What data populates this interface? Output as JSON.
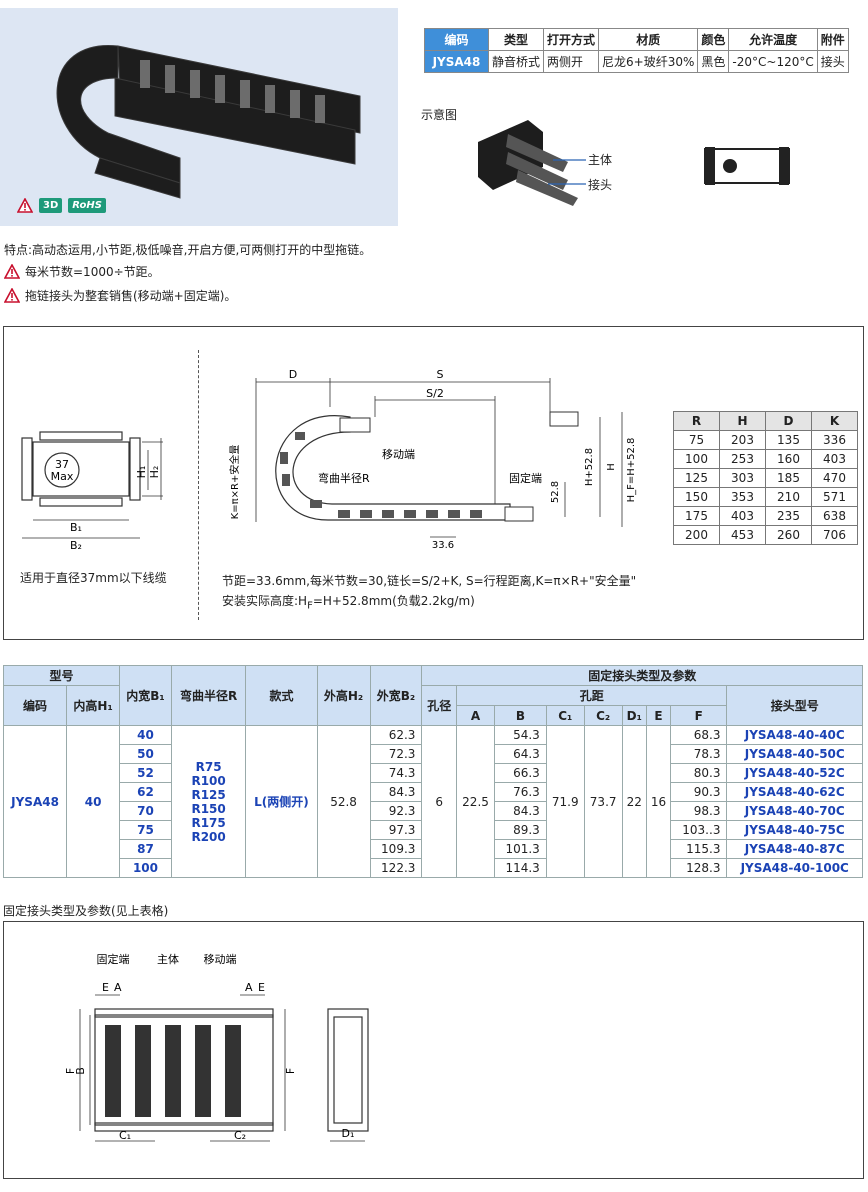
{
  "spec": {
    "headers": [
      "编码",
      "类型",
      "打开方式",
      "材质",
      "颜色",
      "允许温度",
      "附件"
    ],
    "values": [
      "JYSA48",
      "静音桥式",
      "两侧开",
      "尼龙6+玻纤30%",
      "黑色",
      "-20°C~120°C",
      "接头"
    ]
  },
  "badges": {
    "b3d": "3D",
    "rohs": "RoHS"
  },
  "schematic": {
    "label": "示意图",
    "body_label": "主体",
    "joint_label": "接头"
  },
  "notes": {
    "feature": "特点:高动态运用,小节距,极低噪音,开启方便,可两侧打开的中型拖链。",
    "warn1": "每米节数=1000÷节距。",
    "warn2": "拖链接头为整套销售(移动端+固定端)。"
  },
  "drawing": {
    "cable_max": "37",
    "cable_max_unit": "Max",
    "b1": "B₁",
    "b2": "B₂",
    "h1": "H₁",
    "h2": "H₂",
    "cable_note": "适用于直径37mm以下线缆",
    "d": "D",
    "s": "S",
    "s2": "S/2",
    "k_label": "K=π×R+安全量",
    "moving_end": "移动端",
    "bend_radius": "弯曲半径R",
    "fixed_end": "固定端",
    "h_label": "H",
    "h52": "H+52.8",
    "hf": "H",
    "hf_full": "H_F=H+52.8",
    "dim528": "52.8",
    "dim336": "33.6",
    "footer1": "节距=33.6mm,每米节数=30,链长=S/2+K, S=行程距离,K=π×R+\"安全量\"",
    "footer2": "安装实际高度:H",
    "footer2b": "=H+52.8mm(负载2.2kg/m)"
  },
  "rh_table": {
    "headers": [
      "R",
      "H",
      "D",
      "K"
    ],
    "rows": [
      [
        "75",
        "203",
        "135",
        "336"
      ],
      [
        "100",
        "253",
        "160",
        "403"
      ],
      [
        "125",
        "303",
        "185",
        "470"
      ],
      [
        "150",
        "353",
        "210",
        "571"
      ],
      [
        "175",
        "403",
        "235",
        "638"
      ],
      [
        "200",
        "453",
        "260",
        "706"
      ]
    ]
  },
  "main_table": {
    "h_model": "型号",
    "h_code": "编码",
    "h_inner_h": "内高H₁",
    "h_inner_w": "内宽B₁",
    "h_radius": "弯曲半径R",
    "h_style": "款式",
    "h_outer_h": "外高H₂",
    "h_outer_w": "外宽B₂",
    "h_fixed": "固定接头类型及参数",
    "h_hole": "孔径",
    "h_pitch": "孔距",
    "h_joint": "接头型号",
    "sub": [
      "A",
      "B",
      "C₁",
      "C₂",
      "D₁",
      "E",
      "F"
    ],
    "code": "JYSA48",
    "inner_h": "40",
    "radius": [
      "R75",
      "R100",
      "R125",
      "R150",
      "R175",
      "R200"
    ],
    "style": "L(两侧开)",
    "outer_h": "52.8",
    "hole": "6",
    "a": "22.5",
    "c1": "71.9",
    "c2": "73.7",
    "d1": "22",
    "e": "16",
    "rows": [
      {
        "b1": "40",
        "b2": "62.3",
        "b": "54.3",
        "f": "68.3",
        "joint": "JYSA48-40-40C"
      },
      {
        "b1": "50",
        "b2": "72.3",
        "b": "64.3",
        "f": "78.3",
        "joint": "JYSA48-40-50C"
      },
      {
        "b1": "52",
        "b2": "74.3",
        "b": "66.3",
        "f": "80.3",
        "joint": "JYSA48-40-52C"
      },
      {
        "b1": "62",
        "b2": "84.3",
        "b": "76.3",
        "f": "90.3",
        "joint": "JYSA48-40-62C"
      },
      {
        "b1": "70",
        "b2": "92.3",
        "b": "84.3",
        "f": "98.3",
        "joint": "JYSA48-40-70C"
      },
      {
        "b1": "75",
        "b2": "97.3",
        "b": "89.3",
        "f": "103..3",
        "joint": "JYSA48-40-75C"
      },
      {
        "b1": "87",
        "b2": "109.3",
        "b": "101.3",
        "f": "115.3",
        "joint": "JYSA48-40-87C"
      },
      {
        "b1": "100",
        "b2": "122.3",
        "b": "114.3",
        "f": "128.3",
        "joint": "JYSA48-40-100C"
      }
    ]
  },
  "bottom": {
    "caption": "固定接头类型及参数(见上表格)",
    "fixed_end": "固定端",
    "body": "主体",
    "moving_end": "移动端",
    "e": "E",
    "a": "A",
    "f": "F",
    "b": "B",
    "c1": "C₁",
    "c2": "C₂",
    "d1": "D₁"
  }
}
